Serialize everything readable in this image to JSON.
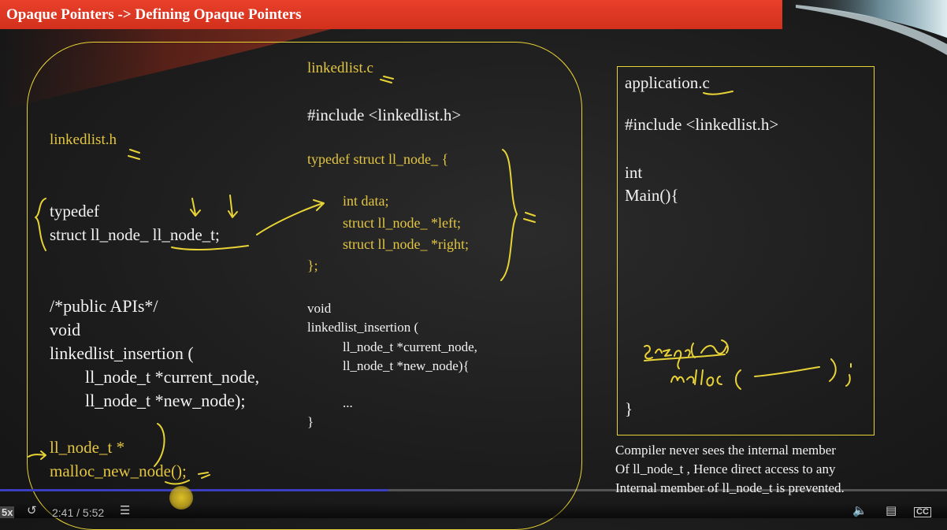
{
  "slide": {
    "title": "Opaque Pointers -> Defining Opaque Pointers"
  },
  "header_file": {
    "filename": "linkedlist.h",
    "typedef_line1": "typedef",
    "typedef_line2": "struct ll_node_ ll_node_t;",
    "comment": "/*public APIs*/",
    "fn1_ret": "void",
    "fn1_name": "linkedlist_insertion (",
    "fn1_arg1": "ll_node_t *current_node,",
    "fn1_arg2": "ll_node_t *new_node);",
    "fn2_ret": "ll_node_t *",
    "fn2_name": "malloc_new_node();"
  },
  "source_file": {
    "filename": "linkedlist.c",
    "include": "#include <linkedlist.h>",
    "struct_open": "typedef struct ll_node_ {",
    "member1": "int data;",
    "member2": "struct ll_node_ *left;",
    "member3": "struct ll_node_ *right;",
    "struct_close": "};",
    "fn_ret": "void",
    "fn_name": "linkedlist_insertion (",
    "fn_arg1": "ll_node_t *current_node,",
    "fn_arg2": "ll_node_t *new_node){",
    "ellipsis": "...",
    "fn_close": "}"
  },
  "app_file": {
    "filename": "application.c",
    "include": "#include <linkedlist.h>",
    "ret_type": "int",
    "main": "Main(){",
    "close": "}",
    "handwritten_line1": "sizeof(—)",
    "handwritten_line2": "malloc(——);"
  },
  "note": {
    "line1": "Compiler never sees the internal member",
    "line2": "Of ll_node_t , Hence direct access to any",
    "line3": "Internal member of ll_node_t is prevented."
  },
  "player": {
    "speed": "5x",
    "time": "2:41 / 5:52",
    "progress": 0.41
  },
  "colors": {
    "title_bar": "#d9351f",
    "annotation_yellow": "#e8d336",
    "code_yellow": "#e2c542"
  }
}
